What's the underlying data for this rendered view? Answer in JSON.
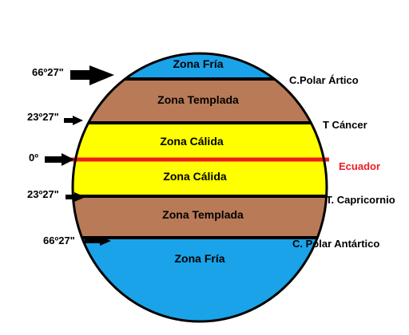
{
  "zones": {
    "arctic": "Zona Fría",
    "north_temperate": "Zona Templada",
    "north_torrid": "Zona Cálida",
    "south_torrid": "Zona Cálida",
    "south_temperate": "Zona Templada",
    "antarctic": "Zona Fría"
  },
  "latitudes": {
    "arctic": "66º27\"",
    "tropic_cancer": "23º27\"",
    "equator": "0º",
    "tropic_capricorn": "23º27\"",
    "antarctic": "66º27\""
  },
  "circles": {
    "arctic": "C.Polar Ártico",
    "tropic_cancer": "T Cáncer",
    "equator": "Ecuador",
    "tropic_capricorn": "T. Capricornio",
    "antarctic": "C. Polar Antártico"
  },
  "colors": {
    "cold": "#1aa3e8",
    "temperate": "#b97a57",
    "torrid": "#ffff00",
    "equator_line": "#ed1c24",
    "outline": "#000000"
  }
}
